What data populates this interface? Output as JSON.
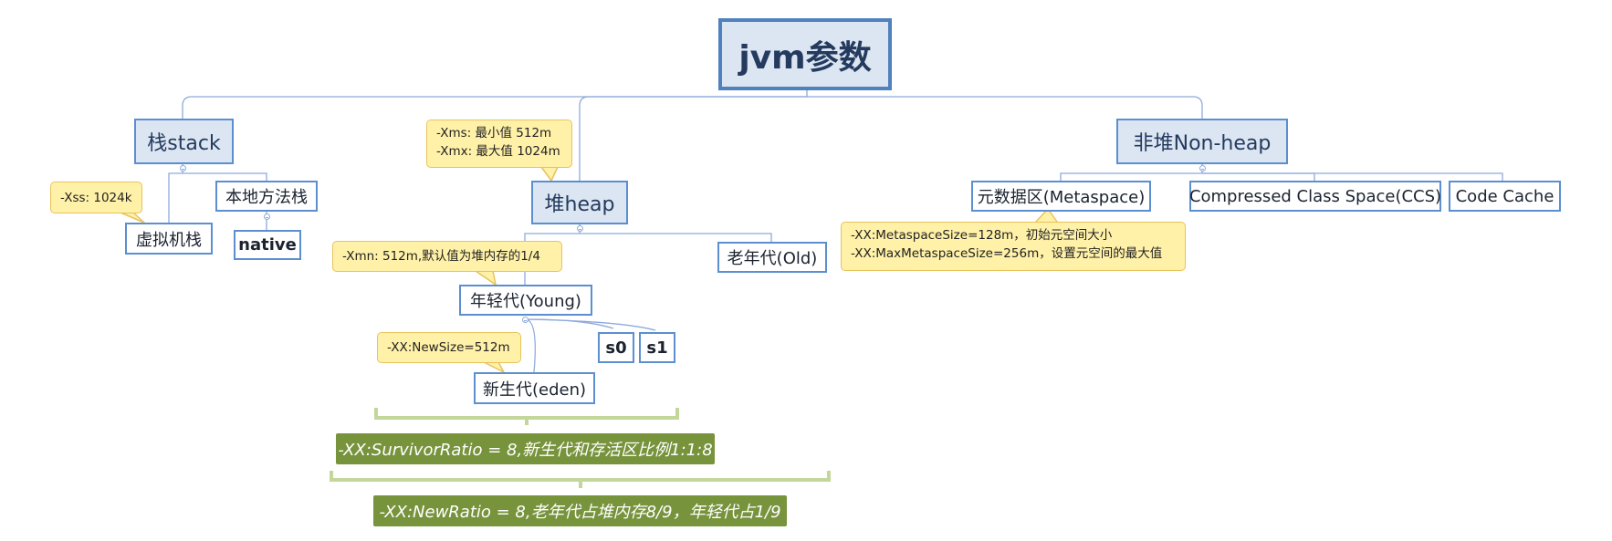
{
  "root": {
    "label": "jvm参数"
  },
  "stack": {
    "label": "栈stack",
    "xss_note": "-Xss: 1024k",
    "vm_stack": "虚拟机栈",
    "native_method_stack": "本地方法栈",
    "native": "native"
  },
  "heap": {
    "label": "堆heap",
    "xms_note": "-Xms: 最小值  512m",
    "xmx_note": "-Xmx: 最大值 1024m",
    "young": "年轻代(Young)",
    "xmn_note": "-Xmn: 512m,默认值为堆内存的1/4",
    "old": "老年代(Old)",
    "eden": "新生代(eden)",
    "newsize_note": "-XX:NewSize=512m",
    "s0": "s0",
    "s1": "s1",
    "survivor_ratio": "-XX:SurvivorRatio = 8,新生代和存活区比例1:1:8",
    "new_ratio": "-XX:NewRatio = 8,老年代占堆内存8/9，年轻代占1/9"
  },
  "nonheap": {
    "label": "非堆Non-heap",
    "metaspace": "元数据区(Metaspace)",
    "metaspace_note_1": "-XX:MetaspaceSize=128m，初始元空间大小",
    "metaspace_note_2": "-XX:MaxMetaspaceSize=256m，设置元空间的最大值",
    "ccs": "Compressed Class Space(CCS)",
    "code_cache": "Code Cache"
  },
  "colors": {
    "topic_fill": "#dce6f2",
    "topic_border": "#4f81bd",
    "note_fill": "#fff1a8",
    "note_border": "#e8c25d",
    "summary_fill": "#77933c",
    "summary_bracket": "#c4d79b"
  }
}
